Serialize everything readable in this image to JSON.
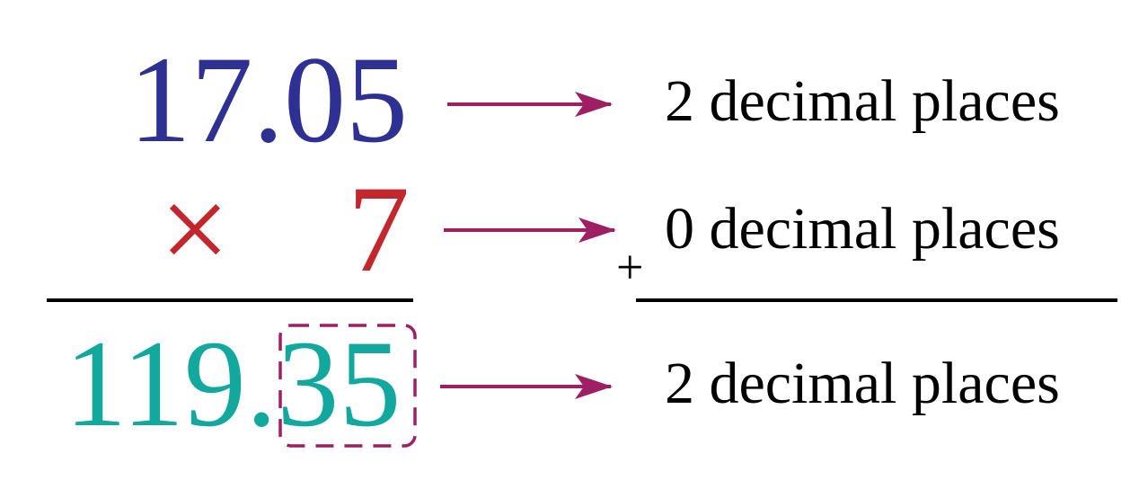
{
  "multiplicand": {
    "value": "17.05",
    "color": "#2e3192"
  },
  "operator": {
    "symbol": "×",
    "color": "#c1272d"
  },
  "multiplier": {
    "value": "7",
    "color": "#c1272d"
  },
  "product": {
    "whole": "119.",
    "decimal_part": "35",
    "color": "#13a89e",
    "highlight_color": "#9e1f63"
  },
  "plus_sign": "+",
  "labels": [
    "2 decimal places",
    "0 decimal places",
    "2 decimal places"
  ],
  "arrow_color": "#9e1f63",
  "rule_color": "#000000"
}
